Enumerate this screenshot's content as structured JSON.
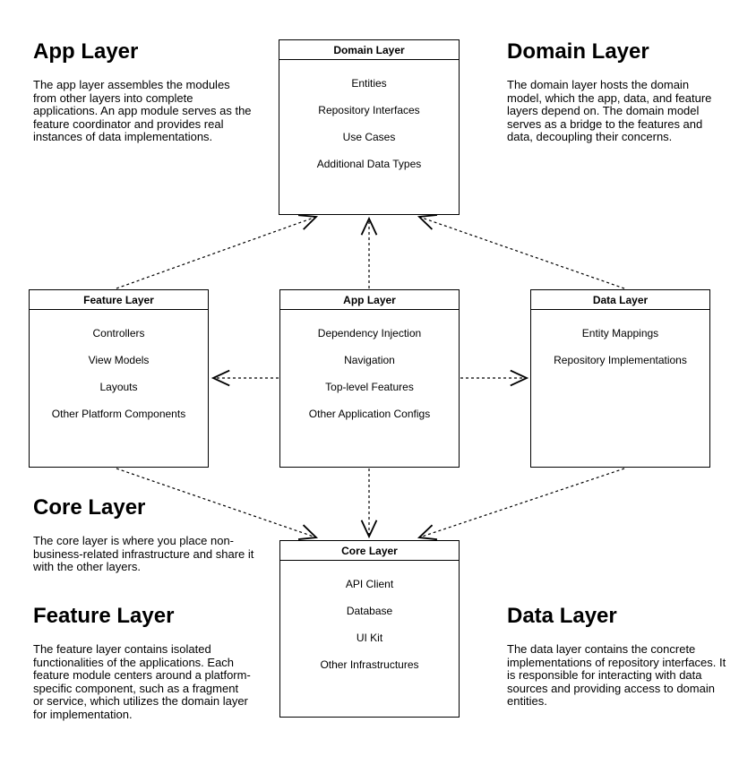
{
  "diagram": {
    "colors": {
      "stroke": "#000000",
      "background": "#ffffff",
      "text": "#000000"
    },
    "boxes": {
      "domain": {
        "title": "Domain Layer",
        "items": [
          "Entities",
          "Repository Interfaces",
          "Use Cases",
          "Additional Data Types"
        ]
      },
      "feature": {
        "title": "Feature Layer",
        "items": [
          "Controllers",
          "View Models",
          "Layouts",
          "Other Platform Components"
        ]
      },
      "app": {
        "title": "App Layer",
        "items": [
          "Dependency Injection",
          "Navigation",
          "Top-level Features",
          "Other Application Configs"
        ]
      },
      "data": {
        "title": "Data Layer",
        "items": [
          "Entity Mappings",
          "Repository Implementations"
        ]
      },
      "core": {
        "title": "Core Layer",
        "items": [
          "API Client",
          "Database",
          "UI Kit",
          "Other Infrastructures"
        ]
      }
    },
    "notes": {
      "app": {
        "heading": "App Layer",
        "body": "The app layer assembles the modules from other layers into complete applications. An app module serves as the feature coordinator and provides real instances of data implementations."
      },
      "domain": {
        "heading": "Domain Layer",
        "body": "The domain layer hosts the domain model, which the app, data, and feature layers depend on. The domain model serves as a bridge to the features and data, decoupling their concerns."
      },
      "core": {
        "heading": "Core Layer",
        "body": "The core layer is where you place non-business-related infrastructure and share it with the other layers."
      },
      "feature": {
        "heading": "Feature Layer",
        "body": "The feature layer contains isolated functionalities of the applications. Each feature module centers around a platform-specific component, such as a fragment or service, which utilizes the domain layer for implementation."
      },
      "data": {
        "heading": "Data Layer",
        "body": "The data layer contains the concrete implementations of repository interfaces. It is responsible for interacting with data sources and providing access to domain entities."
      }
    }
  }
}
